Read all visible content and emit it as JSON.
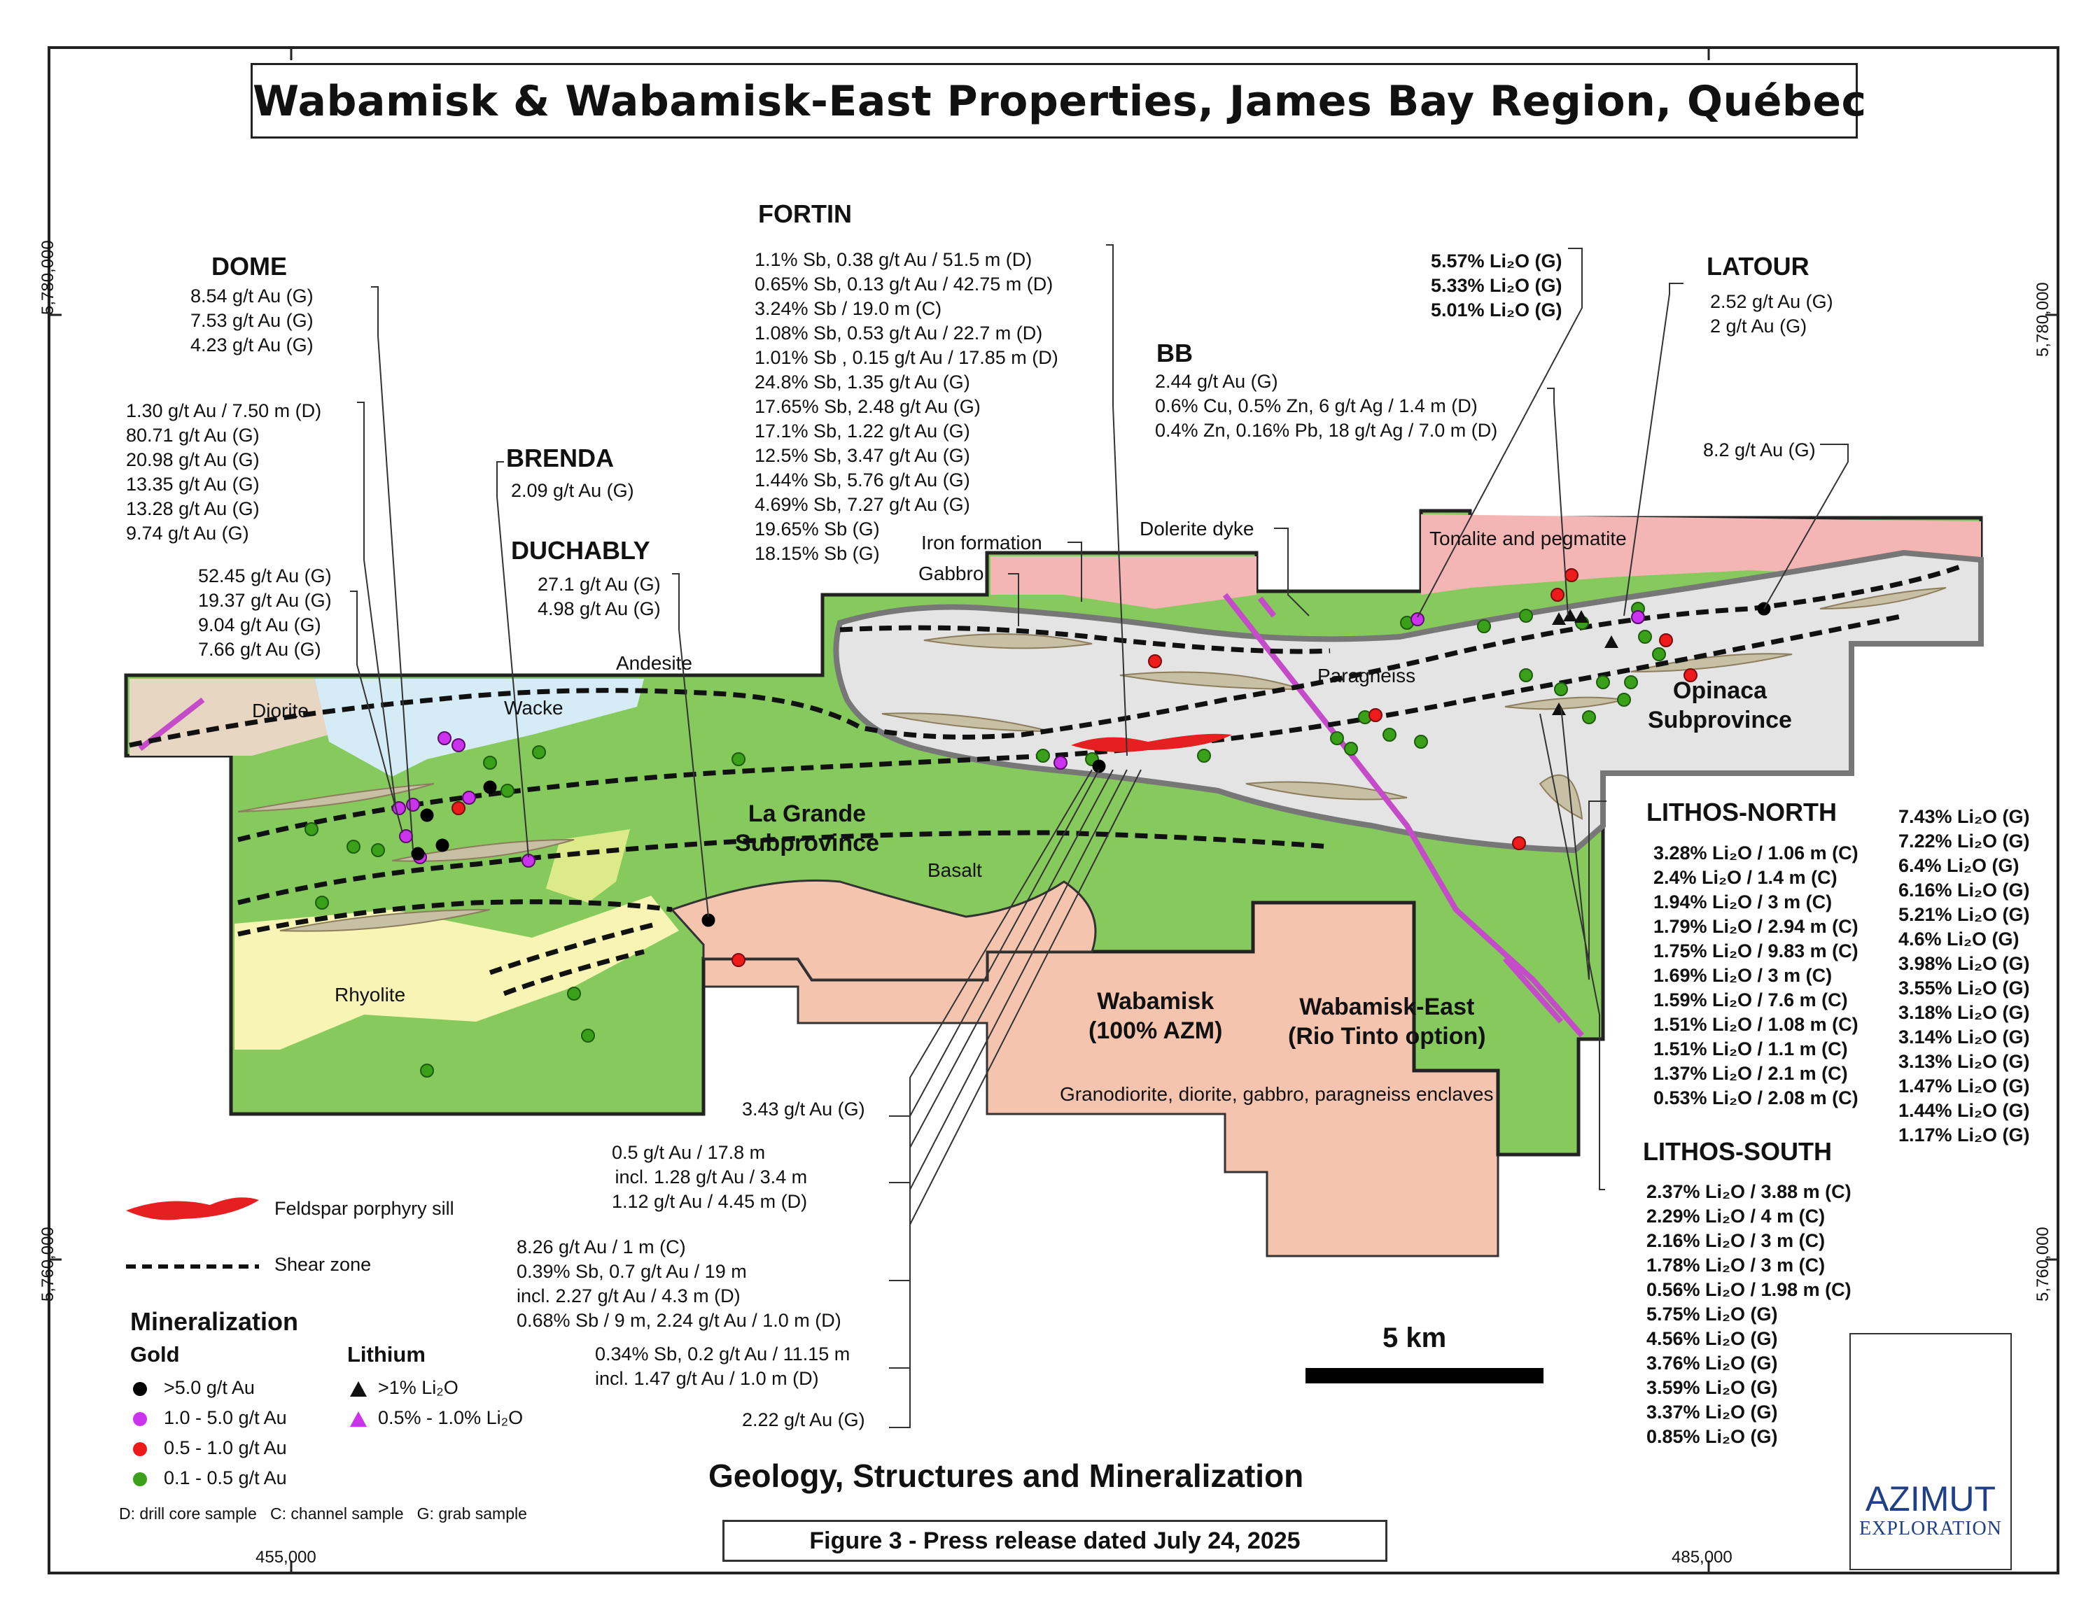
{
  "title": "Wabamisk & Wabamisk-East Properties, James Bay Region, Québec",
  "subtitle": "Geology, Structures and Mineralization",
  "figure_caption": "Figure 3 - Press release dated July 24, 2025",
  "coordinates": {
    "northing_top": "5,780,000",
    "northing_bottom": "5,760,000",
    "easting_left": "455,000",
    "easting_right": "485,000"
  },
  "scale_bar": "5 km",
  "logo": {
    "line1": "AZIMUT",
    "line2": "EXPLORATION"
  },
  "colors": {
    "granodiorite": "#f5c4ae",
    "basalt": "#86c95c",
    "paragneiss": "#e4e4e4",
    "wacke": "#d5ecf7",
    "diorite": "#e7d6c1",
    "tonalite": "#f4b6b4",
    "rhyolite": "#f8f4b4",
    "andesite": "#ddea8a",
    "iron_formation": "#c8c0a4",
    "dolerite": "#c44cc8",
    "gold_high": "#000000",
    "gold_mid": "#cc33ee",
    "gold_low": "#ee1b1b",
    "gold_trace": "#3aa01a",
    "feldspar_sill": "#e62020",
    "lithium_symbol": "#111111"
  },
  "geology_labels": {
    "diorite": "Diorite",
    "wacke": "Wacke",
    "andesite": "Andesite",
    "rhyolite": "Rhyolite",
    "basalt": "Basalt",
    "iron_formation": "Iron formation",
    "gabbro": "Gabbro",
    "dolerite_dyke": "Dolerite dyke",
    "paragneiss": "Paragneiss",
    "tonalite": "Tonalite and pegmatite",
    "granodiorite": "Granodiorite, diorite, gabbro, paragneiss enclaves",
    "la_grande": "La Grande\nSubprovince",
    "opinaca": "Opinaca\nSubprovince",
    "wabamisk": "Wabamisk\n(100% AZM)",
    "wabamisk_east": "Wabamisk-East\n(Rio Tinto option)"
  },
  "prospects": {
    "dome": {
      "name": "DOME",
      "group1": [
        "8.54 g/t Au (G)",
        "7.53 g/t Au (G)",
        "4.23 g/t Au (G)"
      ],
      "group2": [
        "1.30 g/t Au / 7.50 m (D)",
        "80.71 g/t Au (G)",
        "20.98 g/t Au (G)",
        "13.35 g/t Au (G)",
        "13.28 g/t Au (G)",
        "9.74 g/t Au (G)"
      ],
      "group3": [
        "52.45 g/t Au (G)",
        "19.37 g/t Au (G)",
        "9.04 g/t Au (G)",
        "7.66 g/t Au (G)"
      ]
    },
    "brenda": {
      "name": "BRENDA",
      "values": [
        "2.09 g/t Au (G)"
      ]
    },
    "duchably": {
      "name": "DUCHABLY",
      "values": [
        "27.1 g/t Au (G)",
        "4.98 g/t Au (G)"
      ]
    },
    "fortin": {
      "name": "FORTIN",
      "values": [
        "1.1% Sb, 0.38 g/t Au / 51.5 m (D)",
        "0.65% Sb, 0.13 g/t Au / 42.75 m (D)",
        "3.24% Sb / 19.0 m (C)",
        "1.08% Sb, 0.53 g/t Au / 22.7 m (D)",
        "1.01% Sb , 0.15 g/t Au / 17.85 m (D)",
        "24.8% Sb, 1.35 g/t Au (G)",
        "17.65% Sb, 2.48 g/t Au (G)",
        "17.1% Sb, 1.22 g/t Au (G)",
        "12.5% Sb, 3.47 g/t Au (G)",
        "1.44% Sb, 5.76 g/t Au (G)",
        "4.69% Sb, 7.27 g/t Au (G)",
        "19.65% Sb (G)",
        "18.15% Sb (G)"
      ]
    },
    "bb": {
      "name": "BB",
      "values": [
        "2.44 g/t Au (G)",
        "0.6% Cu, 0.5% Zn, 6 g/t Ag / 1.4 m (D)",
        "0.4% Zn, 0.16% Pb, 18 g/t Ag / 7.0 m (D)"
      ]
    },
    "latour": {
      "name": "LATOUR",
      "lithium": [
        "5.57% Li₂O (G)",
        "5.33% Li₂O (G)",
        "5.01% Li₂O (G)"
      ],
      "gold": [
        "2.52 g/t Au (G)",
        "2 g/t Au (G)"
      ],
      "east": [
        "8.2 g/t Au (G)"
      ]
    },
    "lithos_north": {
      "name": "LITHOS-NORTH",
      "intervals": [
        "3.28% Li₂O / 1.06 m (C)",
        "2.4% Li₂O / 1.4 m (C)",
        "1.94% Li₂O / 3 m (C)",
        "1.79% Li₂O / 2.94 m (C)",
        "1.75% Li₂O / 9.83 m (C)",
        "1.69% Li₂O / 3 m (C)",
        "1.59% Li₂O / 7.6 m (C)",
        "1.51% Li₂O / 1.08 m (C)",
        "1.51% Li₂O / 1.1 m (C)",
        "1.37% Li₂O / 2.1 m (C)",
        "0.53% Li₂O / 2.08 m (C)"
      ],
      "grabs": [
        "7.43% Li₂O (G)",
        "7.22% Li₂O (G)",
        "6.4% Li₂O (G)",
        "6.16% Li₂O (G)",
        "5.21% Li₂O (G)",
        "4.6% Li₂O (G)",
        "3.98% Li₂O (G)",
        "3.55% Li₂O (G)",
        "3.18% Li₂O (G)",
        "3.14% Li₂O (G)",
        "3.13% Li₂O (G)",
        "1.47% Li₂O (G)",
        "1.44% Li₂O (G)",
        "1.17% Li₂O (G)"
      ]
    },
    "lithos_south": {
      "name": "LITHOS-SOUTH",
      "values": [
        "2.37% Li₂O / 3.88 m (C)",
        "2.29% Li₂O / 4 m (C)",
        "2.16% Li₂O / 3 m (C)",
        "1.78% Li₂O / 3 m (C)",
        "0.56% Li₂O / 1.98 m (C)",
        "5.75% Li₂O (G)",
        "4.56% Li₂O (G)",
        "3.76% Li₂O (G)",
        "3.59% Li₂O (G)",
        "3.37% Li₂O (G)",
        "0.85% Li₂O (G)"
      ]
    },
    "south_callouts": {
      "c1": [
        "3.43 g/t Au (G)"
      ],
      "c2": [
        "0.5 g/t Au / 17.8 m",
        "incl. 1.28 g/t Au / 3.4 m",
        "1.12 g/t Au / 4.45 m (D)"
      ],
      "c3": [
        "8.26 g/t Au / 1 m (C)",
        "0.39% Sb, 0.7 g/t Au / 19 m",
        "incl. 2.27 g/t Au / 4.3 m (D)",
        "0.68% Sb / 9 m, 2.24 g/t Au / 1.0 m (D)"
      ],
      "c4": [
        "0.34% Sb, 0.2 g/t Au / 11.15 m",
        "incl. 1.47 g/t Au / 1.0 m (D)"
      ],
      "c5": [
        "2.22 g/t Au (G)"
      ]
    }
  },
  "legend": {
    "feldspar": "Feldspar porphyry sill",
    "shear": "Shear zone",
    "mineralization": "Mineralization",
    "gold_title": "Gold",
    "gold_items": [
      ">5.0 g/t Au",
      "1.0 - 5.0 g/t Au",
      "0.5 - 1.0 g/t Au",
      "0.1 - 0.5 g/t Au"
    ],
    "lithium_title": "Lithium",
    "lithium_items": [
      ">1% Li₂O",
      "0.5% - 1.0% Li₂O"
    ],
    "sample_types": "D: drill core sample   C: channel sample   G: grab sample"
  }
}
